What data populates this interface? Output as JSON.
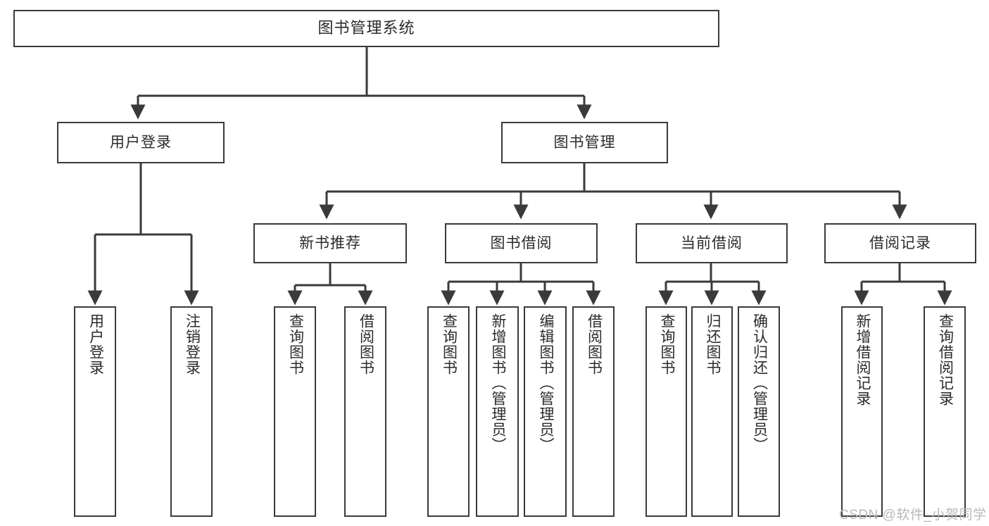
{
  "diagram": {
    "title": "图书管理系统",
    "watermark": "CSDN @软件_小贺同学",
    "colors": {
      "stroke": "#3a3a3a",
      "fill": "#ffffff",
      "text": "#2b2b2b",
      "watermark": "#b9b9b9"
    },
    "nodes": {
      "root": "图书管理系统",
      "level2": {
        "user_login": "用户登录",
        "book_manage": "图书管理"
      },
      "level3": {
        "new_book_recommend": "新书推荐",
        "book_borrow": "图书借阅",
        "current_borrow": "当前借阅",
        "borrow_record": "借阅记录"
      },
      "leaves": {
        "user_login_1": "用户登录",
        "user_login_2": "注销登录",
        "recommend_1": "查询图书",
        "recommend_2": "借阅图书",
        "borrow_1": "查询图书",
        "borrow_2": "新增图书（管理员）",
        "borrow_3": "编辑图书（管理员）",
        "borrow_4": "借阅图书",
        "current_1": "查询图书",
        "current_2": "归还图书",
        "current_3": "确认归还（管理员）",
        "record_1": "新增借阅记录",
        "record_2": "查询借阅记录"
      }
    }
  }
}
